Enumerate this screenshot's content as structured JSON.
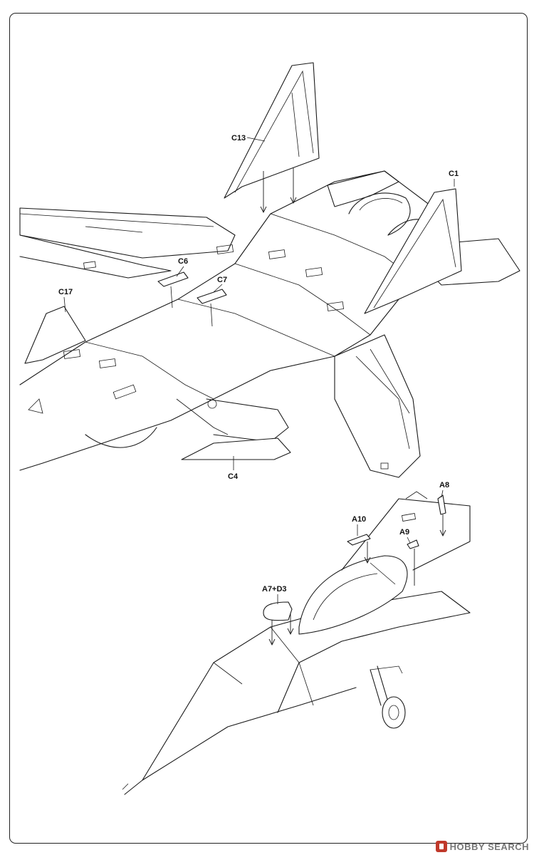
{
  "labels": {
    "c13": "C13",
    "c1": "C1",
    "c6": "C6",
    "c7": "C7",
    "c17": "C17",
    "c4": "C4",
    "a8": "A8",
    "a10": "A10",
    "a9": "A9",
    "a7_d3": "A7+D3"
  },
  "watermark": {
    "brand": "HOBBY",
    "suffix": "SEARCH"
  }
}
